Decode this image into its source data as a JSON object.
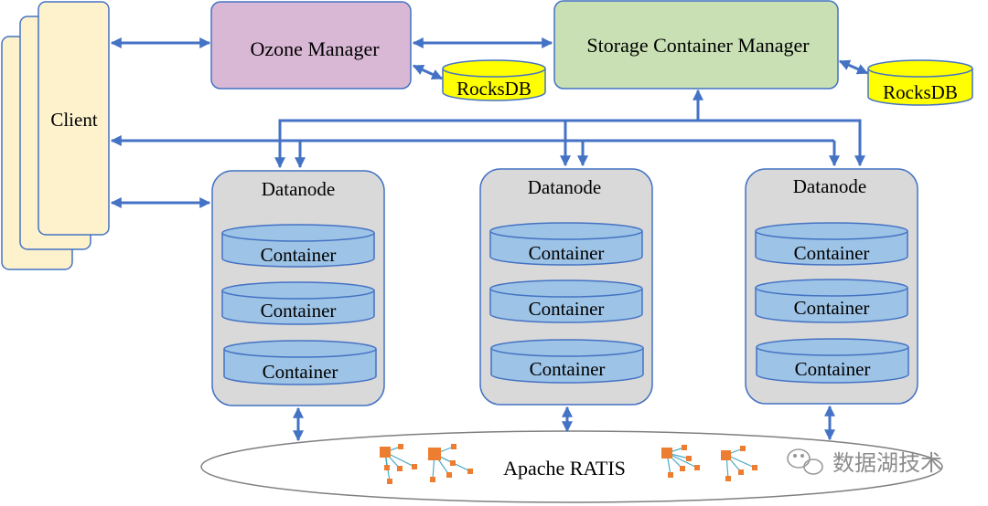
{
  "client": {
    "label": "Client"
  },
  "ozone_manager": {
    "label": "Ozone Manager",
    "db_label": "RocksDB"
  },
  "scm": {
    "label": "Storage Container Manager",
    "db_label": "RocksDB"
  },
  "datanodes": [
    {
      "label": "Datanode",
      "containers": [
        "Container",
        "Container",
        "Container"
      ]
    },
    {
      "label": "Datanode",
      "containers": [
        "Container",
        "Container",
        "Container"
      ]
    },
    {
      "label": "Datanode",
      "containers": [
        "Container",
        "Container",
        "Container"
      ]
    }
  ],
  "ratis": {
    "label": "Apache RATIS"
  },
  "watermark": {
    "text": "数据湖技术"
  },
  "colors": {
    "client_fill": "#fdf2cc",
    "ozone_fill": "#d9b8d5",
    "scm_fill": "#c8e0b4",
    "rocksdb_fill": "#ffff00",
    "datanode_fill": "#d9d9d9",
    "container_fill": "#9dc3e6",
    "border": "#4472c4",
    "arrow": "#4472c4",
    "node_orange": "#ed7d31",
    "node_link": "#4bacc6"
  }
}
